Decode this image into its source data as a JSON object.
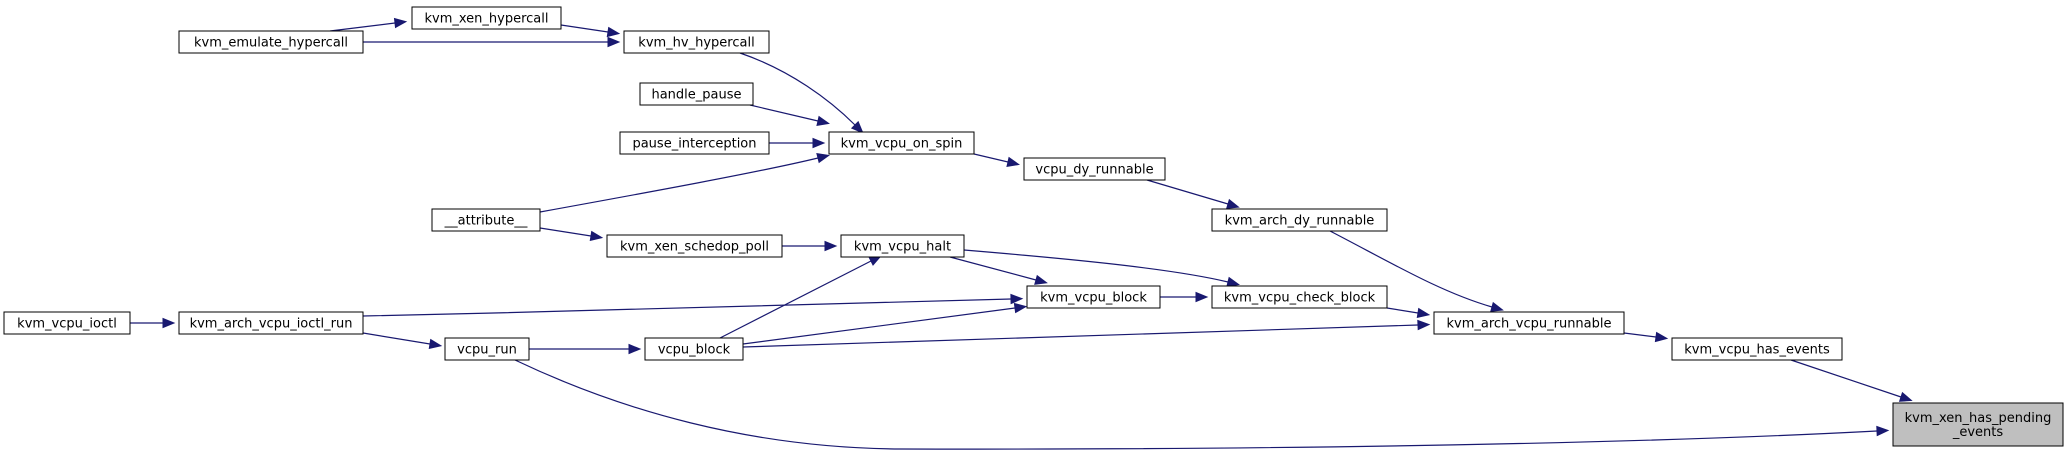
{
  "diagram": {
    "nodes": [
      {
        "id": "kvm_emulate_hypercall",
        "lines": [
          "kvm_emulate_hypercall"
        ]
      },
      {
        "id": "kvm_xen_hypercall",
        "lines": [
          "kvm_xen_hypercall"
        ]
      },
      {
        "id": "kvm_hv_hypercall",
        "lines": [
          "kvm_hv_hypercall"
        ]
      },
      {
        "id": "handle_pause",
        "lines": [
          "handle_pause"
        ]
      },
      {
        "id": "pause_interception",
        "lines": [
          "pause_interception"
        ]
      },
      {
        "id": "kvm_vcpu_on_spin",
        "lines": [
          "kvm_vcpu_on_spin"
        ]
      },
      {
        "id": "vcpu_dy_runnable",
        "lines": [
          "vcpu_dy_runnable"
        ]
      },
      {
        "id": "attribute",
        "lines": [
          "__attribute__"
        ]
      },
      {
        "id": "kvm_arch_dy_runnable",
        "lines": [
          "kvm_arch_dy_runnable"
        ]
      },
      {
        "id": "kvm_xen_schedop_poll",
        "lines": [
          "kvm_xen_schedop_poll"
        ]
      },
      {
        "id": "kvm_vcpu_halt",
        "lines": [
          "kvm_vcpu_halt"
        ]
      },
      {
        "id": "kvm_vcpu_block",
        "lines": [
          "kvm_vcpu_block"
        ]
      },
      {
        "id": "kvm_vcpu_check_block",
        "lines": [
          "kvm_vcpu_check_block"
        ]
      },
      {
        "id": "kvm_vcpu_ioctl",
        "lines": [
          "kvm_vcpu_ioctl"
        ]
      },
      {
        "id": "kvm_arch_vcpu_ioctl_run",
        "lines": [
          "kvm_arch_vcpu_ioctl_run"
        ]
      },
      {
        "id": "kvm_arch_vcpu_runnable",
        "lines": [
          "kvm_arch_vcpu_runnable"
        ]
      },
      {
        "id": "vcpu_run",
        "lines": [
          "vcpu_run"
        ]
      },
      {
        "id": "vcpu_block",
        "lines": [
          "vcpu_block"
        ]
      },
      {
        "id": "kvm_vcpu_has_events",
        "lines": [
          "kvm_vcpu_has_events"
        ]
      },
      {
        "id": "kvm_xen_has_pending_events",
        "lines": [
          "kvm_xen_has_pending",
          "_events"
        ],
        "focus": true
      }
    ],
    "edges": [
      {
        "from": "kvm_emulate_hypercall",
        "to": "kvm_xen_hypercall"
      },
      {
        "from": "kvm_emulate_hypercall",
        "to": "kvm_hv_hypercall"
      },
      {
        "from": "kvm_xen_hypercall",
        "to": "kvm_hv_hypercall"
      },
      {
        "from": "kvm_hv_hypercall",
        "to": "kvm_vcpu_on_spin"
      },
      {
        "from": "handle_pause",
        "to": "kvm_vcpu_on_spin"
      },
      {
        "from": "pause_interception",
        "to": "kvm_vcpu_on_spin"
      },
      {
        "from": "attribute",
        "to": "kvm_vcpu_on_spin"
      },
      {
        "from": "kvm_vcpu_on_spin",
        "to": "vcpu_dy_runnable"
      },
      {
        "from": "vcpu_dy_runnable",
        "to": "kvm_arch_dy_runnable"
      },
      {
        "from": "kvm_arch_dy_runnable",
        "to": "kvm_arch_vcpu_runnable"
      },
      {
        "from": "attribute",
        "to": "kvm_xen_schedop_poll"
      },
      {
        "from": "kvm_xen_schedop_poll",
        "to": "kvm_vcpu_halt"
      },
      {
        "from": "kvm_vcpu_halt",
        "to": "kvm_vcpu_block"
      },
      {
        "from": "kvm_vcpu_halt",
        "to": "kvm_vcpu_check_block"
      },
      {
        "from": "vcpu_block",
        "to": "kvm_vcpu_halt"
      },
      {
        "from": "kvm_arch_vcpu_ioctl_run",
        "to": "kvm_vcpu_block"
      },
      {
        "from": "vcpu_block",
        "to": "kvm_vcpu_block"
      },
      {
        "from": "kvm_vcpu_block",
        "to": "kvm_vcpu_check_block"
      },
      {
        "from": "kvm_vcpu_check_block",
        "to": "kvm_arch_vcpu_runnable"
      },
      {
        "from": "vcpu_block",
        "to": "kvm_arch_vcpu_runnable"
      },
      {
        "from": "kvm_vcpu_ioctl",
        "to": "kvm_arch_vcpu_ioctl_run"
      },
      {
        "from": "kvm_arch_vcpu_ioctl_run",
        "to": "vcpu_run"
      },
      {
        "from": "vcpu_run",
        "to": "vcpu_block"
      },
      {
        "from": "vcpu_run",
        "to": "kvm_xen_has_pending_events"
      },
      {
        "from": "kvm_arch_vcpu_runnable",
        "to": "kvm_vcpu_has_events"
      },
      {
        "from": "kvm_vcpu_has_events",
        "to": "kvm_xen_has_pending_events"
      }
    ],
    "colors": {
      "edge": "#191970",
      "node_border": "#000000",
      "focus_fill": "#bfbfbf",
      "background": "#ffffff"
    }
  }
}
